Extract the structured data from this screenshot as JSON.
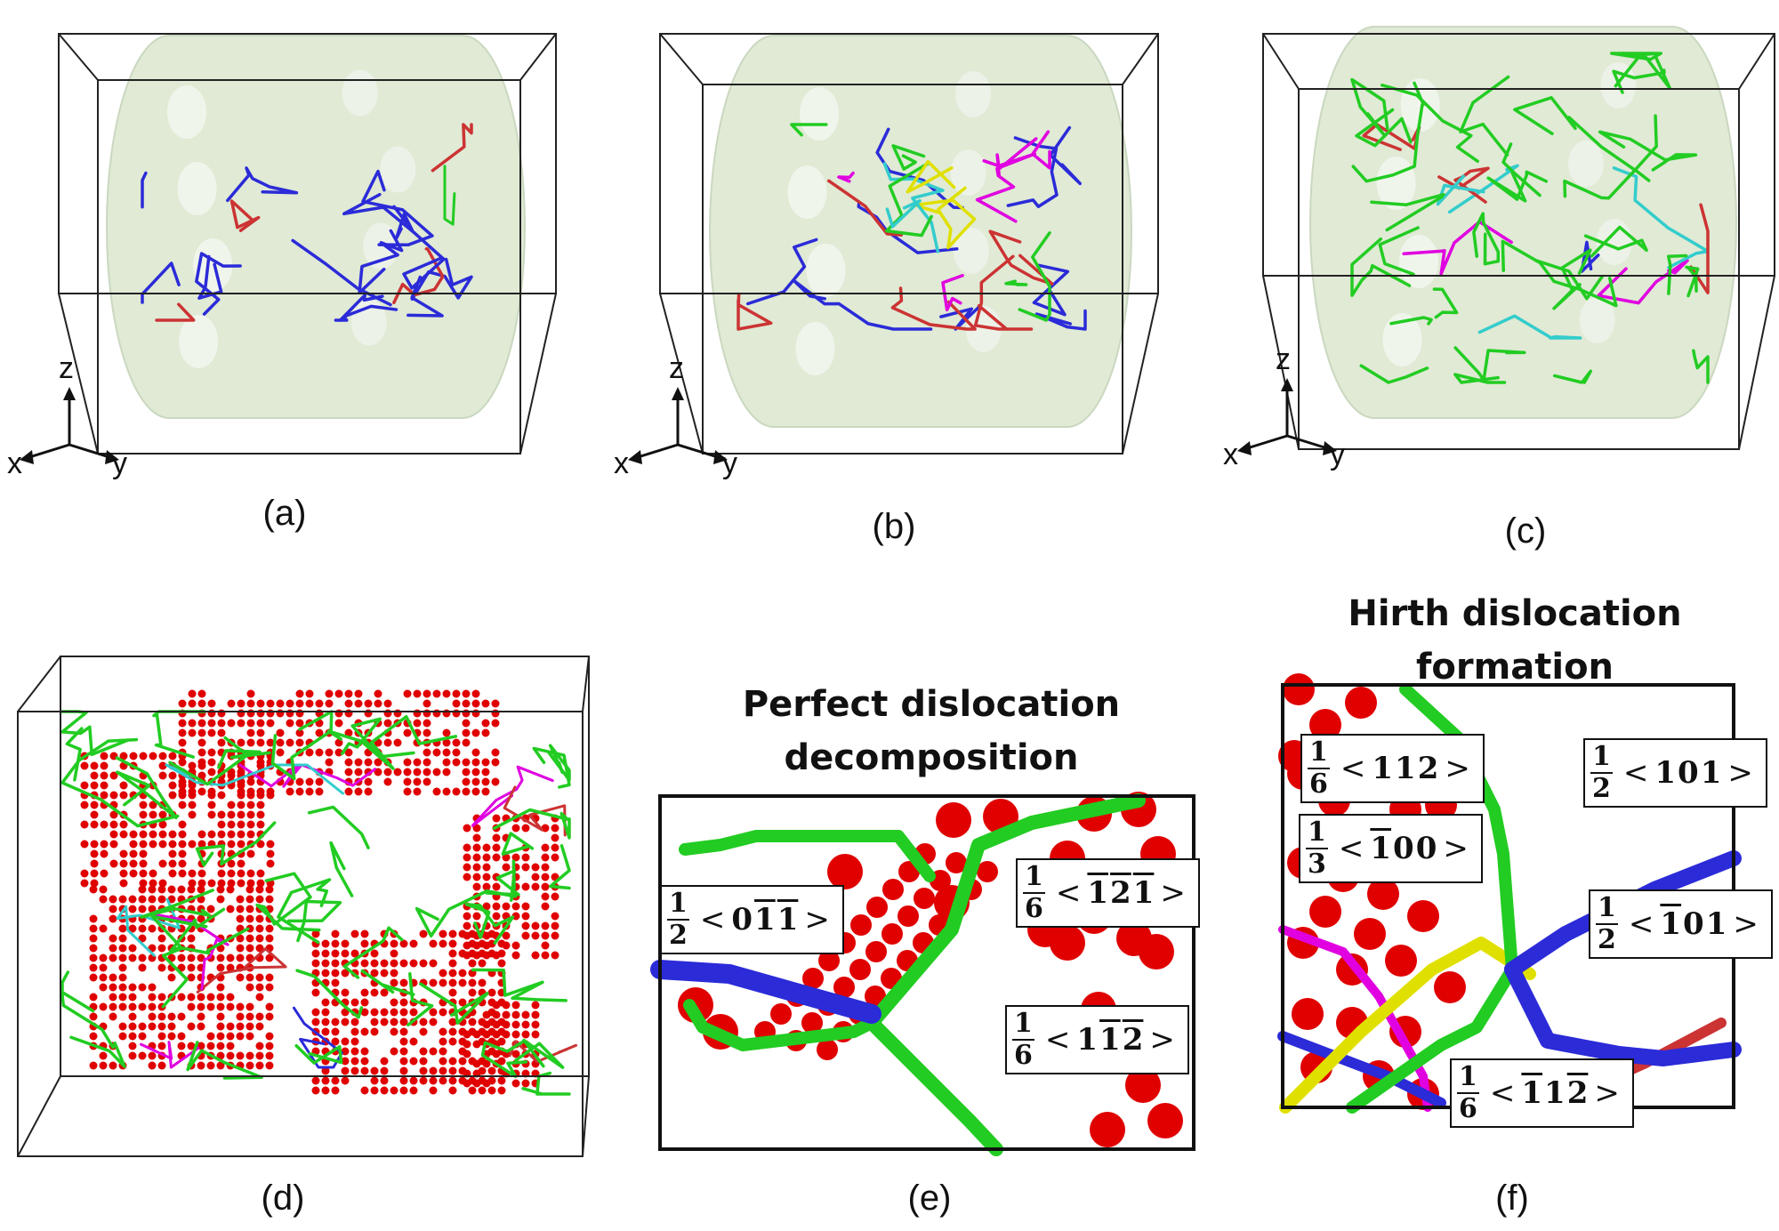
{
  "panels": {
    "a": {
      "label": "(a)",
      "axes": {
        "z": "z",
        "x": "x",
        "y": "y"
      }
    },
    "b": {
      "label": "(b)",
      "axes": {
        "z": "z",
        "x": "x",
        "y": "y"
      }
    },
    "c": {
      "label": "(c)",
      "axes": {
        "z": "z",
        "x": "x",
        "y": "y"
      }
    },
    "d": {
      "label": "(d)"
    },
    "e": {
      "label": "(e)",
      "title_line1": "Perfect dislocation",
      "title_line2": "decomposition",
      "vectors": [
        {
          "num": "1",
          "den": "2",
          "open": "<",
          "close": ">",
          "digits": [
            {
              "d": "0",
              "bar": false
            },
            {
              "d": "1",
              "bar": true
            },
            {
              "d": "1",
              "bar": true
            }
          ]
        },
        {
          "num": "1",
          "den": "6",
          "open": "<",
          "close": ">",
          "digits": [
            {
              "d": "1",
              "bar": true
            },
            {
              "d": "2",
              "bar": true
            },
            {
              "d": "1",
              "bar": true
            }
          ]
        },
        {
          "num": "1",
          "den": "6",
          "open": "<",
          "close": ">",
          "digits": [
            {
              "d": "1",
              "bar": false
            },
            {
              "d": "1",
              "bar": true
            },
            {
              "d": "2",
              "bar": true
            }
          ]
        }
      ]
    },
    "f": {
      "label": "(f)",
      "title_line1": "Hirth dislocation",
      "title_line2": "formation",
      "vectors": [
        {
          "num": "1",
          "den": "6",
          "open": "<",
          "close": ">",
          "digits": [
            {
              "d": "1",
              "bar": false
            },
            {
              "d": "1",
              "bar": false
            },
            {
              "d": "2",
              "bar": false
            }
          ]
        },
        {
          "num": "1",
          "den": "3",
          "open": "<",
          "close": ">",
          "digits": [
            {
              "d": "1",
              "bar": true
            },
            {
              "d": "0",
              "bar": false
            },
            {
              "d": "0",
              "bar": false
            }
          ]
        },
        {
          "num": "1",
          "den": "2",
          "open": "<",
          "close": ">",
          "digits": [
            {
              "d": "1",
              "bar": false
            },
            {
              "d": "0",
              "bar": false
            },
            {
              "d": "1",
              "bar": false
            }
          ]
        },
        {
          "num": "1",
          "den": "2",
          "open": "<",
          "close": ">",
          "digits": [
            {
              "d": "1",
              "bar": true
            },
            {
              "d": "0",
              "bar": false
            },
            {
              "d": "1",
              "bar": false
            }
          ]
        },
        {
          "num": "1",
          "den": "6",
          "open": "<",
          "close": ">",
          "digits": [
            {
              "d": "1",
              "bar": true
            },
            {
              "d": "1",
              "bar": false
            },
            {
              "d": "2",
              "bar": true
            }
          ]
        }
      ]
    }
  },
  "colors": {
    "cylinder": "#dfe9d3",
    "atoms": "#e00000",
    "perfect": "#2b2bd8",
    "shockley": "#22cc22",
    "stair_rod": "#e000e0",
    "hirth": "#e0e000",
    "frank": "#33cccc",
    "other": "#cc3333"
  }
}
